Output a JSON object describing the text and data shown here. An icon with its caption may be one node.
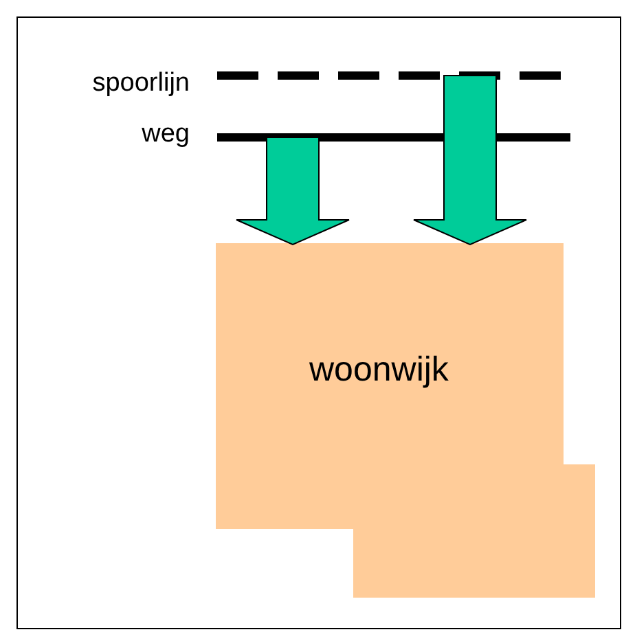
{
  "diagram": {
    "nodes": [
      {
        "text": [
          "spoorlijn"
        ]
      },
      {
        "text": [
          "weg"
        ]
      },
      {
        "text": [
          "woonwijk"
        ]
      }
    ],
    "edges": [
      {
        "from": 1,
        "to": 2,
        "arrow": "to",
        "style": "thick"
      },
      {
        "from": 0,
        "to": 2,
        "arrow": "to",
        "style": "thick"
      }
    ]
  }
}
